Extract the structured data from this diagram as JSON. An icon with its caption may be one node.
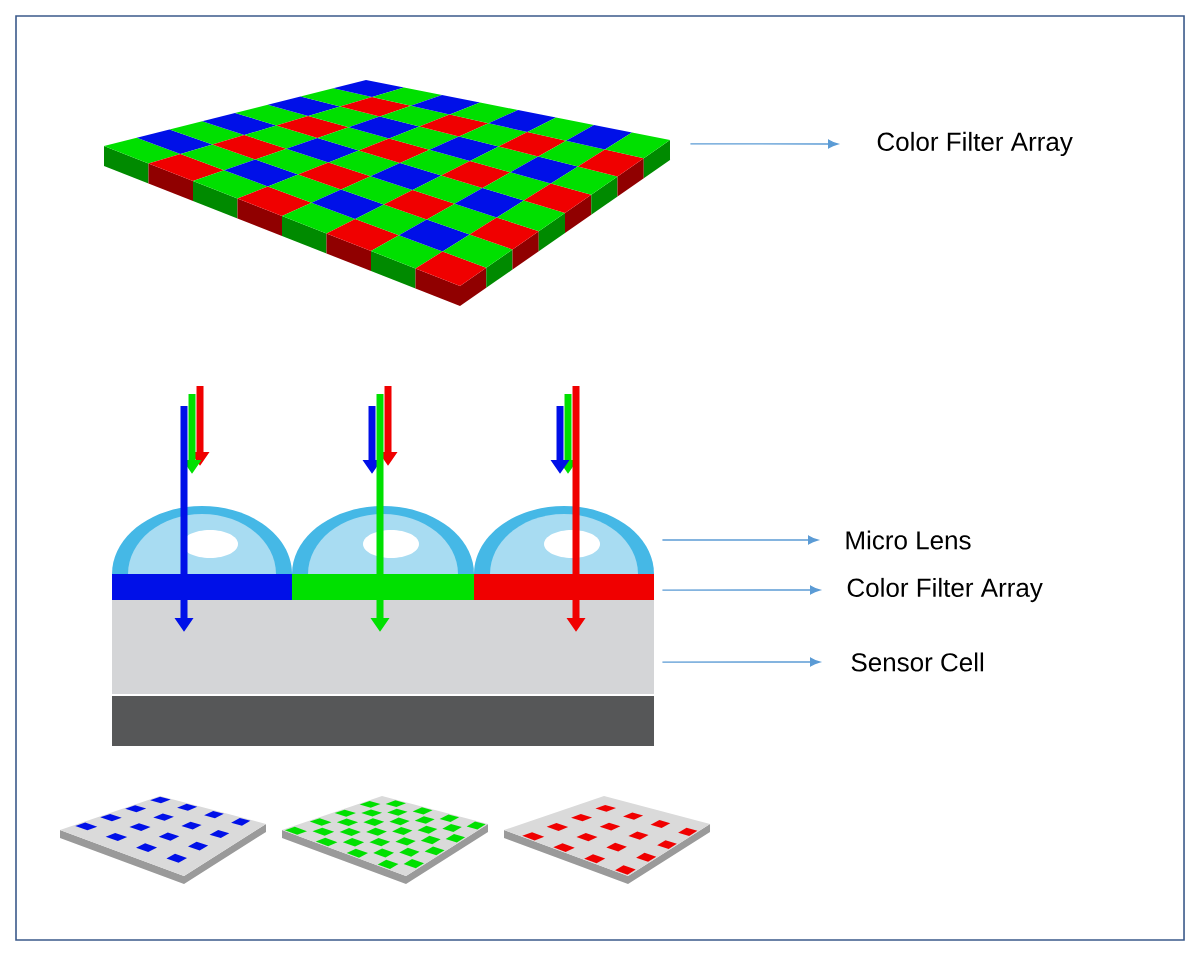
{
  "diagram": {
    "nodes": [
      {
        "text": [
          "Color Filter Array"
        ]
      },
      {
        "text": [
          "Micro Lens"
        ]
      },
      {
        "text": [
          "Color Filter Array"
        ]
      },
      {
        "text": [
          "Sensor Cell"
        ]
      },
      {
        "text": [],
        "shape": "picture"
      },
      {
        "text": [],
        "shape": "picture"
      },
      {
        "text": [],
        "shape": "bar"
      },
      {
        "text": [],
        "shape": "bar"
      },
      {
        "text": [],
        "shape": "bar"
      }
    ],
    "edges": [
      {
        "from": 4,
        "to": 0,
        "arrow": "to"
      },
      {
        "from": 5,
        "to": 1,
        "arrow": "to"
      },
      {
        "from": 6,
        "to": 2,
        "arrow": "to"
      },
      {
        "from": 7,
        "to": 3,
        "arrow": "to"
      }
    ]
  }
}
